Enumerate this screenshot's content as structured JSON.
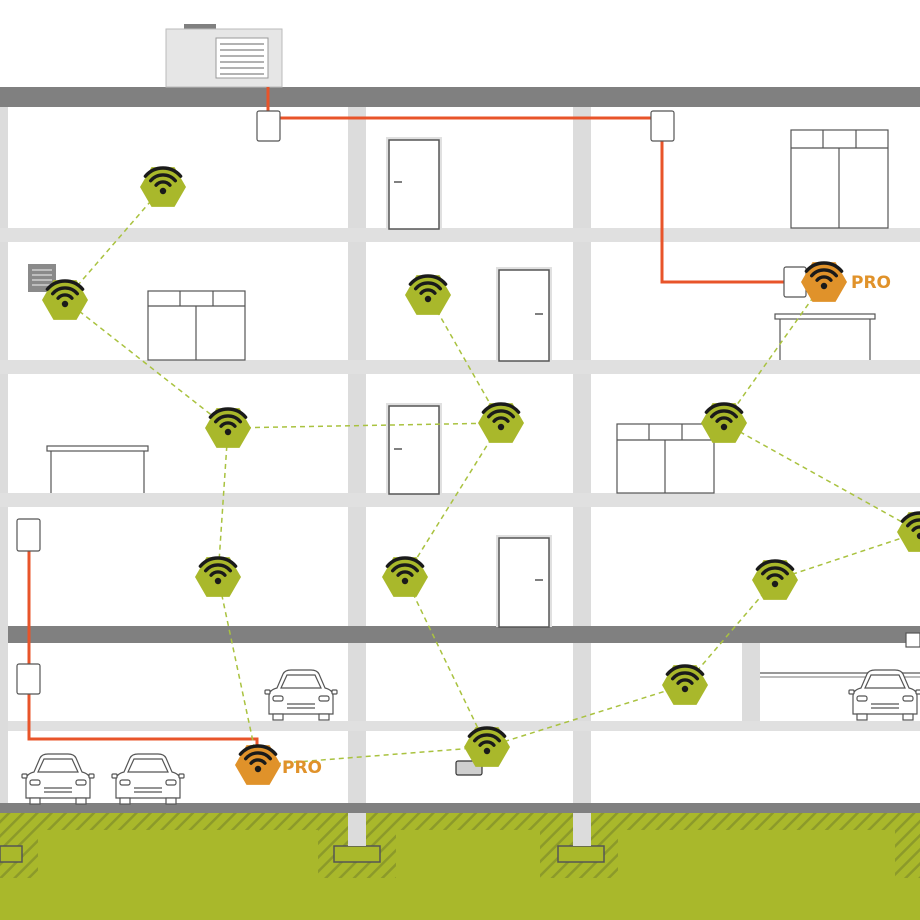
{
  "colors": {
    "slab_dark": "#808080",
    "slab_light": "#e0e0e0",
    "column": "#dcdcdc",
    "ground": "#a9b82b",
    "ground_hatch": "#8c9a2a",
    "cable": "#e8542a",
    "node_green": "#a9b82b",
    "node_pro": "#e0922a",
    "wifi_arcs": "#1a1a1a",
    "mesh_link": "#a9c23f",
    "outline": "#555555"
  },
  "icons": {
    "node": "wifi-hexagon-icon",
    "pro_node": "wifi-hexagon-pro-icon",
    "door": "door-icon",
    "cabinet": "cabinet-icon",
    "table": "table-icon",
    "car": "car-icon",
    "junction_box": "junction-box-icon",
    "rooftop_unit": "rooftop-unit-icon",
    "vent": "vent-grille-icon"
  },
  "labels": {
    "pro_basement": "PRO",
    "pro_upper": "PRO"
  },
  "network": {
    "pro_count": 2,
    "standard_count": 12
  }
}
